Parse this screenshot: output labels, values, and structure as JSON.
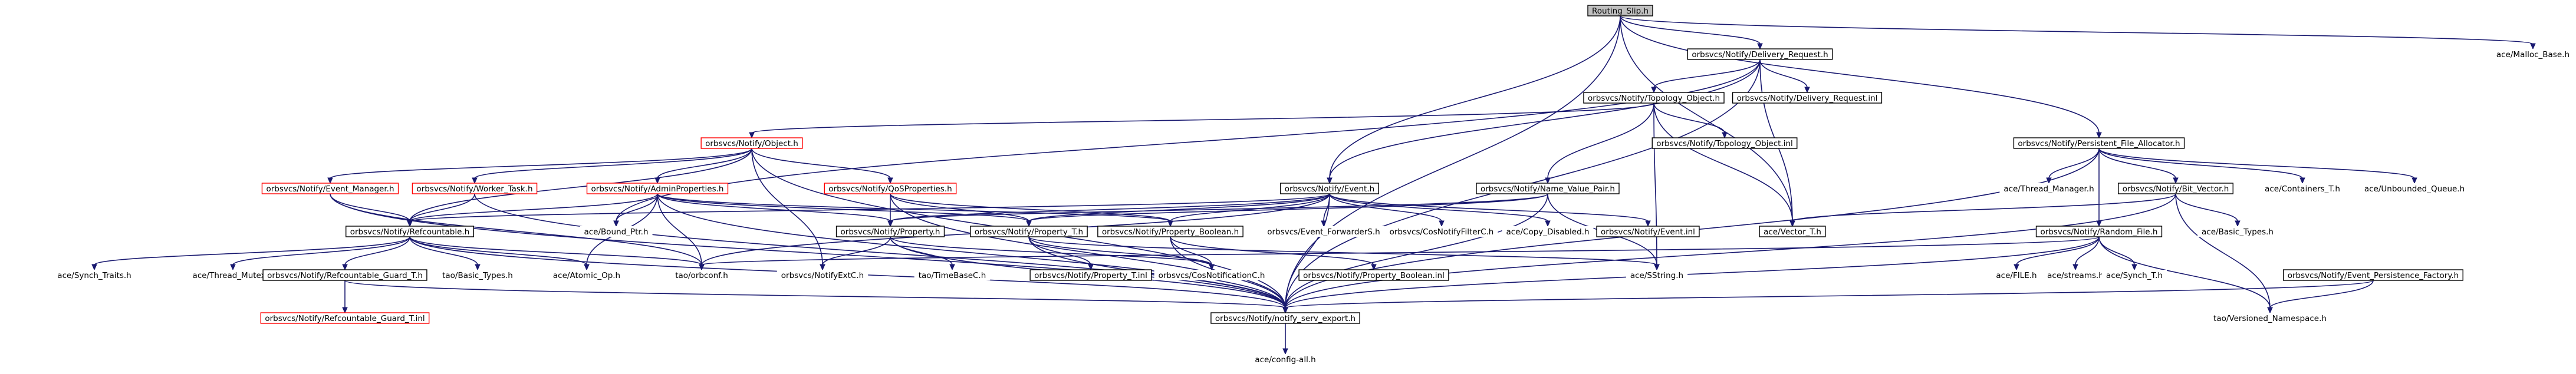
{
  "diagram": {
    "type": "include-dependency-graph",
    "colors": {
      "edge": "#191970",
      "root_fill": "#bfbfbf",
      "normal_border": "#000000",
      "truncated_border": "#ff0000",
      "background": "#ffffff"
    },
    "nodes": [
      {
        "id": "routing_slip_h",
        "label": "Routing_Slip.h",
        "style": "root"
      },
      {
        "id": "delivery_request_h",
        "label": "orbsvcs/Notify/Delivery_Request.h",
        "style": "normal"
      },
      {
        "id": "malloc_base_h",
        "label": "ace/Malloc_Base.h",
        "style": "none"
      },
      {
        "id": "topology_object_h",
        "label": "orbsvcs/Notify/Topology_Object.h",
        "style": "normal"
      },
      {
        "id": "delivery_request_inl",
        "label": "orbsvcs/Notify/Delivery_Request.inl",
        "style": "normal"
      },
      {
        "id": "object_h",
        "label": "orbsvcs/Notify/Object.h",
        "style": "red"
      },
      {
        "id": "topology_object_inl",
        "label": "orbsvcs/Notify/Topology_Object.inl",
        "style": "normal"
      },
      {
        "id": "persistent_file_allocator_h",
        "label": "orbsvcs/Notify/Persistent_File_Allocator.h",
        "style": "normal"
      },
      {
        "id": "event_manager_h",
        "label": "orbsvcs/Notify/Event_Manager.h",
        "style": "red"
      },
      {
        "id": "worker_task_h",
        "label": "orbsvcs/Notify/Worker_Task.h",
        "style": "red"
      },
      {
        "id": "admin_properties_h",
        "label": "orbsvcs/Notify/AdminProperties.h",
        "style": "red"
      },
      {
        "id": "qos_properties_h",
        "label": "orbsvcs/Notify/QoSProperties.h",
        "style": "red"
      },
      {
        "id": "event_h",
        "label": "orbsvcs/Notify/Event.h",
        "style": "normal"
      },
      {
        "id": "name_value_pair_h",
        "label": "orbsvcs/Notify/Name_Value_Pair.h",
        "style": "normal"
      },
      {
        "id": "thread_manager_h",
        "label": "ace/Thread_Manager.h",
        "style": "none"
      },
      {
        "id": "bit_vector_h",
        "label": "orbsvcs/Notify/Bit_Vector.h",
        "style": "normal"
      },
      {
        "id": "containers_t_h",
        "label": "ace/Containers_T.h",
        "style": "none"
      },
      {
        "id": "unbounded_queue_h",
        "label": "ace/Unbounded_Queue.h",
        "style": "none"
      },
      {
        "id": "refcountable_h",
        "label": "orbsvcs/Notify/Refcountable.h",
        "style": "normal"
      },
      {
        "id": "bound_ptr_h",
        "label": "ace/Bound_Ptr.h",
        "style": "none"
      },
      {
        "id": "property_h",
        "label": "orbsvcs/Notify/Property.h",
        "style": "normal"
      },
      {
        "id": "property_t_h",
        "label": "orbsvcs/Notify/Property_T.h",
        "style": "normal"
      },
      {
        "id": "property_boolean_h",
        "label": "orbsvcs/Notify/Property_Boolean.h",
        "style": "normal"
      },
      {
        "id": "event_forwarder_h",
        "label": "orbsvcs/Event_ForwarderS.h",
        "style": "none"
      },
      {
        "id": "cos_notify_filter_c_h",
        "label": "orbsvcs/CosNotifyFilterC.h",
        "style": "none"
      },
      {
        "id": "copy_disabled_h",
        "label": "ace/Copy_Disabled.h",
        "style": "none"
      },
      {
        "id": "event_inl",
        "label": "orbsvcs/Notify/Event.inl",
        "style": "normal"
      },
      {
        "id": "vector_t_h",
        "label": "ace/Vector_T.h",
        "style": "normal"
      },
      {
        "id": "basic_types_ace_h",
        "label": "ace/Basic_Types.h",
        "style": "none"
      },
      {
        "id": "random_file_h",
        "label": "orbsvcs/Notify/Random_File.h",
        "style": "normal"
      },
      {
        "id": "synch_traits_h",
        "label": "ace/Synch_Traits.h",
        "style": "none"
      },
      {
        "id": "thread_mutex_h",
        "label": "ace/Thread_Mutex.h",
        "style": "none"
      },
      {
        "id": "refcountable_guard_t_h",
        "label": "orbsvcs/Notify/Refcountable_Guard_T.h",
        "style": "normal"
      },
      {
        "id": "tao_basic_types_h",
        "label": "tao/Basic_Types.h",
        "style": "none"
      },
      {
        "id": "atomic_op_h",
        "label": "ace/Atomic_Op.h",
        "style": "none"
      },
      {
        "id": "orbconf_h",
        "label": "tao/orbconf.h",
        "style": "none"
      },
      {
        "id": "notify_ext_c_h",
        "label": "orbsvcs/NotifyExtC.h",
        "style": "none"
      },
      {
        "id": "time_base_c_h",
        "label": "tao/TimeBaseC.h",
        "style": "none"
      },
      {
        "id": "property_t_inl",
        "label": "orbsvcs/Notify/Property_T.inl",
        "style": "normal"
      },
      {
        "id": "cos_notification_c_h",
        "label": "orbsvcs/CosNotificationC.h",
        "style": "none"
      },
      {
        "id": "property_boolean_inl",
        "label": "orbsvcs/Notify/Property_Boolean.inl",
        "style": "normal"
      },
      {
        "id": "sstring_h",
        "label": "ace/SString.h",
        "style": "none"
      },
      {
        "id": "file_h",
        "label": "ace/FILE.h",
        "style": "none"
      },
      {
        "id": "os_nsstreams_h",
        "label": "ace/streams.h",
        "style": "none"
      },
      {
        "id": "synch_t_h",
        "label": "ace/Synch_T.h",
        "style": "none"
      },
      {
        "id": "event_persistence_factory_h",
        "label": "orbsvcs/Notify/Event_Persistence_Factory.h",
        "style": "normal"
      },
      {
        "id": "refcountable_guard_t_inl",
        "label": "orbsvcs/Notify/Refcountable_Guard_T.inl",
        "style": "red"
      },
      {
        "id": "notify_serv_export_h",
        "label": "orbsvcs/Notify/notify_serv_export.h",
        "style": "normal"
      },
      {
        "id": "versioned_namespace_h",
        "label": "tao/Versioned_Namespace.h",
        "style": "none"
      },
      {
        "id": "config_all_h",
        "label": "ace/config-all.h",
        "style": "none"
      }
    ],
    "edges": [
      [
        "routing_slip_h",
        "delivery_request_h"
      ],
      [
        "routing_slip_h",
        "malloc_base_h"
      ],
      [
        "routing_slip_h",
        "persistent_file_allocator_h"
      ],
      [
        "routing_slip_h",
        "event_h"
      ],
      [
        "routing_slip_h",
        "vector_t_h"
      ],
      [
        "routing_slip_h",
        "notify_serv_export_h"
      ],
      [
        "delivery_request_h",
        "topology_object_h"
      ],
      [
        "delivery_request_h",
        "delivery_request_inl"
      ],
      [
        "delivery_request_h",
        "event_h"
      ],
      [
        "delivery_request_h",
        "bound_ptr_h"
      ],
      [
        "delivery_request_h",
        "vector_t_h"
      ],
      [
        "delivery_request_h",
        "notify_serv_export_h"
      ],
      [
        "topology_object_h",
        "object_h"
      ],
      [
        "topology_object_h",
        "topology_object_inl"
      ],
      [
        "topology_object_h",
        "name_value_pair_h"
      ],
      [
        "topology_object_h",
        "vector_t_h"
      ],
      [
        "topology_object_h",
        "sstring_h"
      ],
      [
        "object_h",
        "event_manager_h"
      ],
      [
        "object_h",
        "worker_task_h"
      ],
      [
        "object_h",
        "admin_properties_h"
      ],
      [
        "object_h",
        "qos_properties_h"
      ],
      [
        "object_h",
        "refcountable_h"
      ],
      [
        "object_h",
        "notify_ext_c_h"
      ],
      [
        "object_h",
        "notify_serv_export_h"
      ],
      [
        "event_manager_h",
        "refcountable_h"
      ],
      [
        "event_manager_h",
        "orbconf_h"
      ],
      [
        "event_manager_h",
        "notify_serv_export_h"
      ],
      [
        "worker_task_h",
        "refcountable_h"
      ],
      [
        "worker_task_h",
        "notify_serv_export_h"
      ],
      [
        "admin_properties_h",
        "refcountable_h"
      ],
      [
        "admin_properties_h",
        "property_h"
      ],
      [
        "admin_properties_h",
        "property_t_h"
      ],
      [
        "admin_properties_h",
        "property_boolean_h"
      ],
      [
        "admin_properties_h",
        "bound_ptr_h"
      ],
      [
        "admin_properties_h",
        "atomic_op_h"
      ],
      [
        "admin_properties_h",
        "orbconf_h"
      ],
      [
        "admin_properties_h",
        "notify_serv_export_h"
      ],
      [
        "qos_properties_h",
        "property_h"
      ],
      [
        "qos_properties_h",
        "property_t_h"
      ],
      [
        "qos_properties_h",
        "property_boolean_h"
      ],
      [
        "qos_properties_h",
        "notify_serv_export_h"
      ],
      [
        "event_h",
        "refcountable_h"
      ],
      [
        "event_h",
        "property_h"
      ],
      [
        "event_h",
        "property_t_h"
      ],
      [
        "event_h",
        "property_boolean_h"
      ],
      [
        "event_h",
        "event_forwarder_h"
      ],
      [
        "event_h",
        "cos_notify_filter_c_h"
      ],
      [
        "event_h",
        "copy_disabled_h"
      ],
      [
        "event_h",
        "event_inl"
      ],
      [
        "event_h",
        "orbconf_h"
      ],
      [
        "event_h",
        "notify_serv_export_h"
      ],
      [
        "name_value_pair_h",
        "property_h"
      ],
      [
        "name_value_pair_h",
        "property_t_h"
      ],
      [
        "name_value_pair_h",
        "sstring_h"
      ],
      [
        "name_value_pair_h",
        "notify_serv_export_h"
      ],
      [
        "persistent_file_allocator_h",
        "thread_manager_h"
      ],
      [
        "persistent_file_allocator_h",
        "bit_vector_h"
      ],
      [
        "persistent_file_allocator_h",
        "containers_t_h"
      ],
      [
        "persistent_file_allocator_h",
        "unbounded_queue_h"
      ],
      [
        "persistent_file_allocator_h",
        "random_file_h"
      ],
      [
        "persistent_file_allocator_h",
        "notify_serv_export_h"
      ],
      [
        "bit_vector_h",
        "vector_t_h"
      ],
      [
        "bit_vector_h",
        "basic_types_ace_h"
      ],
      [
        "bit_vector_h",
        "notify_serv_export_h"
      ],
      [
        "bit_vector_h",
        "versioned_namespace_h"
      ],
      [
        "random_file_h",
        "file_h"
      ],
      [
        "random_file_h",
        "os_nsstreams_h"
      ],
      [
        "random_file_h",
        "synch_t_h"
      ],
      [
        "random_file_h",
        "orbconf_h"
      ],
      [
        "random_file_h",
        "notify_serv_export_h"
      ],
      [
        "random_file_h",
        "versioned_namespace_h"
      ],
      [
        "refcountable_h",
        "synch_traits_h"
      ],
      [
        "refcountable_h",
        "thread_mutex_h"
      ],
      [
        "refcountable_h",
        "refcountable_guard_t_h"
      ],
      [
        "refcountable_h",
        "tao_basic_types_h"
      ],
      [
        "refcountable_h",
        "atomic_op_h"
      ],
      [
        "refcountable_h",
        "orbconf_h"
      ],
      [
        "refcountable_h",
        "notify_serv_export_h"
      ],
      [
        "refcountable_guard_t_h",
        "refcountable_guard_t_inl"
      ],
      [
        "refcountable_guard_t_h",
        "notify_serv_export_h"
      ],
      [
        "property_h",
        "notify_ext_c_h"
      ],
      [
        "property_h",
        "time_base_c_h"
      ],
      [
        "property_h",
        "cos_notification_c_h"
      ],
      [
        "property_h",
        "notify_serv_export_h"
      ],
      [
        "property_t_h",
        "property_t_inl"
      ],
      [
        "property_t_h",
        "cos_notification_c_h"
      ],
      [
        "property_t_h",
        "sstring_h"
      ],
      [
        "property_t_h",
        "notify_serv_export_h"
      ],
      [
        "property_boolean_h",
        "property_boolean_inl"
      ],
      [
        "property_boolean_h",
        "cos_notification_c_h"
      ],
      [
        "property_boolean_h",
        "notify_serv_export_h"
      ],
      [
        "event_persistence_factory_h",
        "notify_serv_export_h"
      ],
      [
        "event_persistence_factory_h",
        "versioned_namespace_h"
      ],
      [
        "notify_serv_export_h",
        "config_all_h"
      ]
    ]
  }
}
